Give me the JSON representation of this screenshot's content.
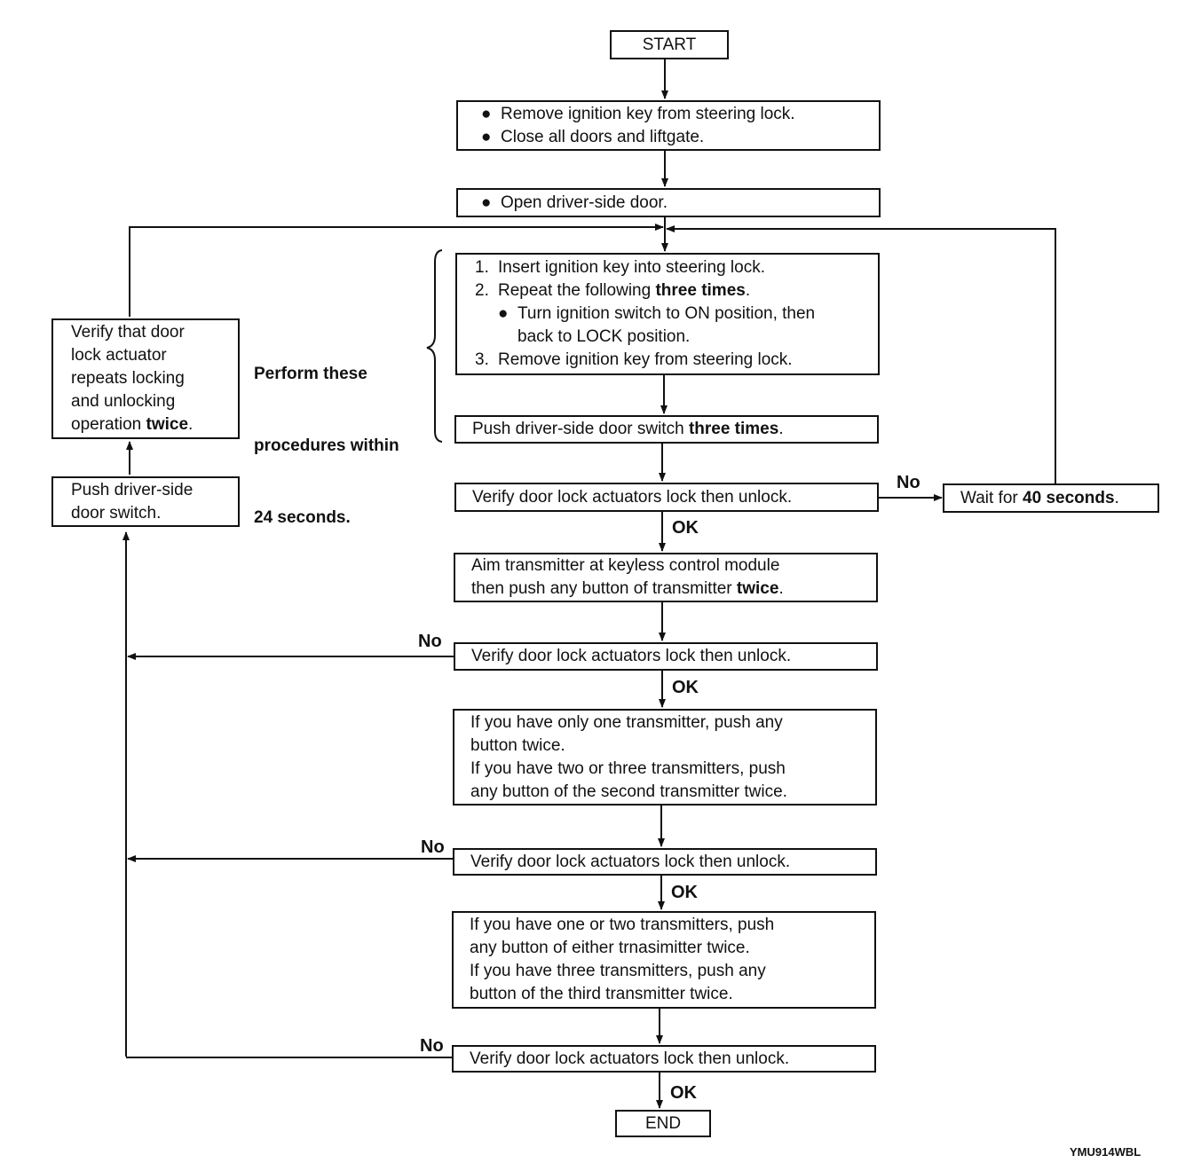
{
  "start": "START",
  "end": "END",
  "step1": {
    "items": [
      "Remove ignition key from steering lock.",
      "Close all doors and liftgate."
    ]
  },
  "step2": {
    "items": [
      "Open driver-side door."
    ]
  },
  "procedure": {
    "i1_num": "1.",
    "i1": "Insert ignition key into steering lock.",
    "i2_num": "2.",
    "i2_pre": "Repeat the following ",
    "i2_bold": "three times",
    "i2_post": ".",
    "i2_sub_l1": "Turn ignition switch to ON position, then",
    "i2_sub_l2": "back to LOCK position.",
    "i3_num": "3.",
    "i3": "Remove ignition key from steering lock."
  },
  "push3": {
    "pre": "Push driver-side door switch ",
    "bold": "three times",
    "post": "."
  },
  "note24": {
    "l1": "Perform these",
    "l2": "procedures within",
    "l3": "24 seconds."
  },
  "verify_side": {
    "l1": "Verify that door",
    "l2": "lock actuator",
    "l3": "repeats locking",
    "l4": "and unlocking",
    "l5_pre": "operation ",
    "l5_bold": "twice",
    "l5_post": "."
  },
  "push_side": {
    "l1": "Push driver-side",
    "l2": "door switch."
  },
  "verify": "Verify door lock actuators lock then unlock.",
  "wait": {
    "pre": "Wait for ",
    "bold": "40 seconds",
    "post": "."
  },
  "aim": {
    "l1": "Aim transmitter at keyless control module",
    "l2_pre": "then push any button of transmitter ",
    "l2_bold": "twice",
    "l2_post": "."
  },
  "second": {
    "l1": "If you have only one transmitter, push any",
    "l2": "button twice.",
    "l3": "If you have two or three transmitters, push",
    "l4": "any button of the second transmitter twice."
  },
  "third": {
    "l1": "If you have one or two transmitters, push",
    "l2": "any button of either trnasimitter twice.",
    "l3": "If you have three transmitters, push any",
    "l4": "button of the third transmitter twice."
  },
  "labels": {
    "no": "No",
    "ok": "OK"
  },
  "ref": "YMU914WBL"
}
